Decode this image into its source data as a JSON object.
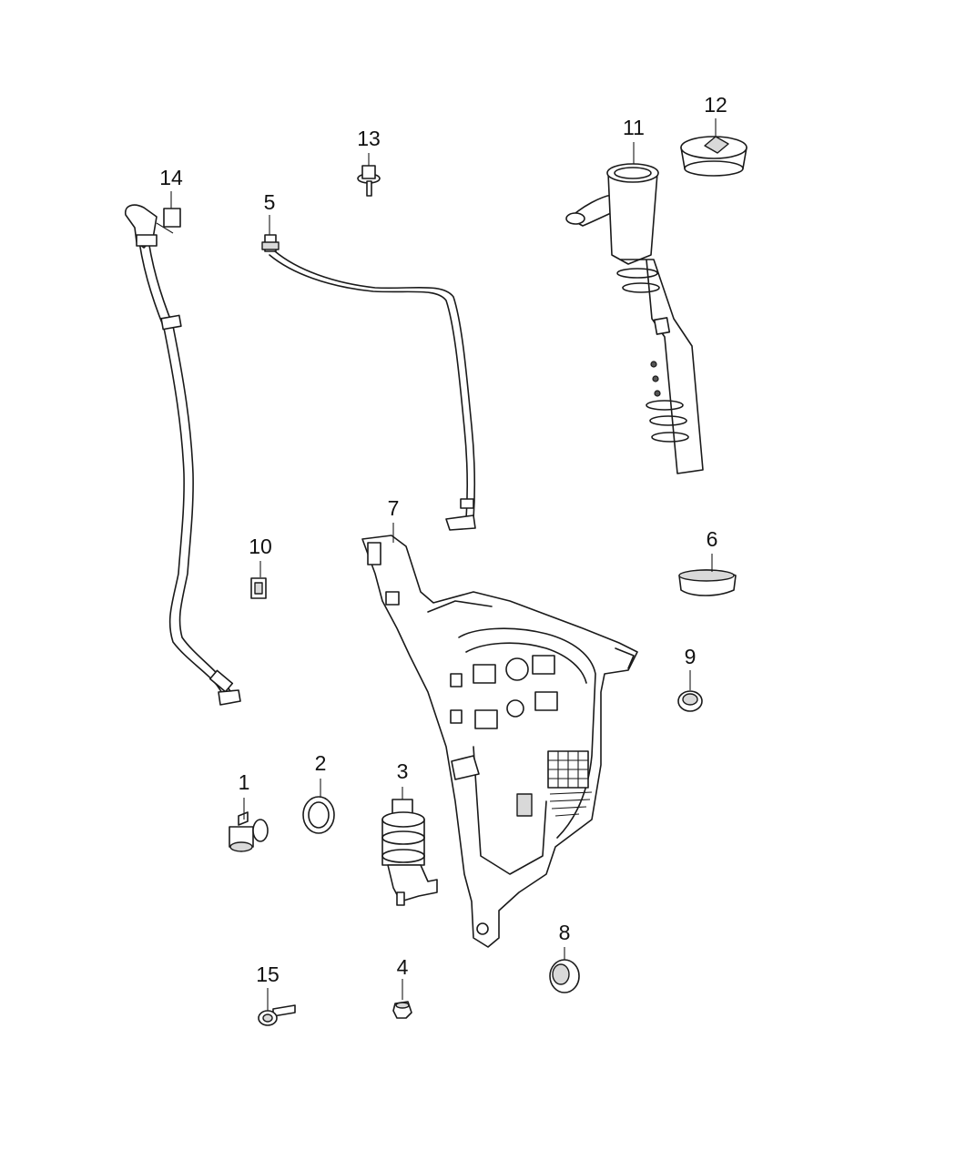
{
  "labels": {
    "p1": "1",
    "p2": "2",
    "p3": "3",
    "p4": "4",
    "p5": "5",
    "p6": "6",
    "p7": "7",
    "p8": "8",
    "p9": "9",
    "p10": "10",
    "p11": "11",
    "p12": "12",
    "p13": "13",
    "p14": "14",
    "p15": "15"
  }
}
